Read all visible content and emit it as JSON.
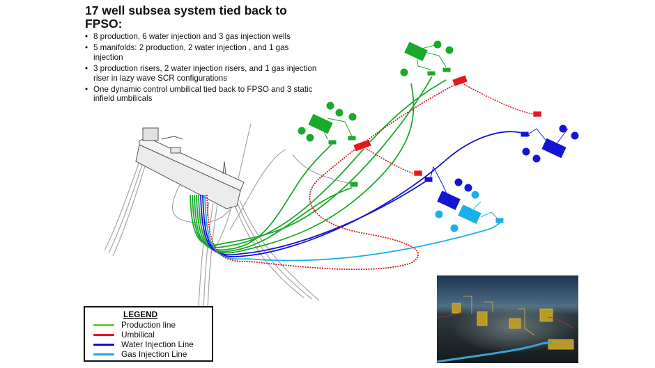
{
  "title": "17 well subsea system tied back to FPSO:",
  "bullets": [
    "8 production, 6 water injection and 3 gas injection wells",
    "5 manifolds: 2 production, 2 water injection , and 1 gas injection",
    "3 production risers, 2 water injection risers, and 1 gas injection riser in lazy wave SCR configurations",
    "One dynamic control umbilical tied back to FPSO and 3 static infield umbilicals"
  ],
  "legend": {
    "title": "LEGEND",
    "items": [
      {
        "label": "Production line",
        "color": "#7dc243",
        "type": "production"
      },
      {
        "label": "Umbilical",
        "color": "#e8161c",
        "type": "umbilical"
      },
      {
        "label": "Water Injection Line",
        "color": "#1010d0",
        "type": "water-injection"
      },
      {
        "label": "Gas Injection Line",
        "color": "#1fa3e0",
        "type": "gas-injection"
      }
    ]
  },
  "colors": {
    "production": "#1aaa2a",
    "umbilical": "#d8141a",
    "water_injection": "#1414d4",
    "gas_injection": "#1ab0ec",
    "mooring": "#a0a0a0",
    "vessel": "#e6e6e6",
    "vessel_outline": "#555555"
  },
  "diagram": {
    "vessel": "FPSO",
    "manifold_clusters": [
      {
        "name": "production-manifold-north",
        "type": "production"
      },
      {
        "name": "production-manifold-west",
        "type": "production"
      },
      {
        "name": "water-injection-manifold-east",
        "type": "water_injection"
      },
      {
        "name": "water-injection-manifold-south",
        "type": "water_injection"
      },
      {
        "name": "gas-injection-manifold",
        "type": "gas_injection"
      }
    ]
  },
  "inset_photo": {
    "description": "Rendered seabed view of subsea manifolds and jumpers"
  }
}
